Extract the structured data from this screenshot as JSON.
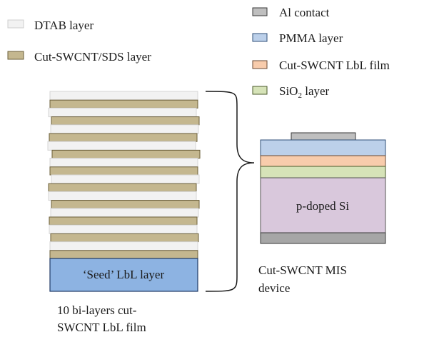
{
  "legend_left": [
    {
      "label": "DTAB layer",
      "color": "#f2f2f2",
      "stroke": "#cfcfcf"
    },
    {
      "label": "Cut-SWCNT/SDS layer",
      "color": "#c4b78f",
      "stroke": "#6b5f3a"
    }
  ],
  "legend_right": [
    {
      "label": "Al contact",
      "color": "#bfbfbf",
      "stroke": "#3a3a3a"
    },
    {
      "label": "PMMA layer",
      "color": "#bcd0ea",
      "stroke": "#2f4f78"
    },
    {
      "label": "Cut-SWCNT LbL film",
      "color": "#f8ccac",
      "stroke": "#6a4a33"
    },
    {
      "label_main": "SiO",
      "label_sub": "2",
      "label_tail": " layer",
      "color": "#d6e3b8",
      "stroke": "#4a5a2a"
    }
  ],
  "film": {
    "bilayer_count": 10,
    "seed_label": "‘Seed’ LbL layer",
    "caption_line1": "10 bi-layers cut-",
    "caption_line2": "SWCNT LbL film"
  },
  "device": {
    "substrate_label": "p-doped Si",
    "caption_line1": "Cut-SWCNT MIS",
    "caption_line2": "device"
  },
  "colors": {
    "dtab": "#f2f2f2",
    "sds": "#c4b78f",
    "seed": "#8db3e2",
    "al": "#bfbfbf",
    "pmma": "#bcd0ea",
    "film": "#f8ccac",
    "sio2": "#d6e3b8",
    "si": "#d9c8dc",
    "back_contact": "#a6a6a6"
  }
}
